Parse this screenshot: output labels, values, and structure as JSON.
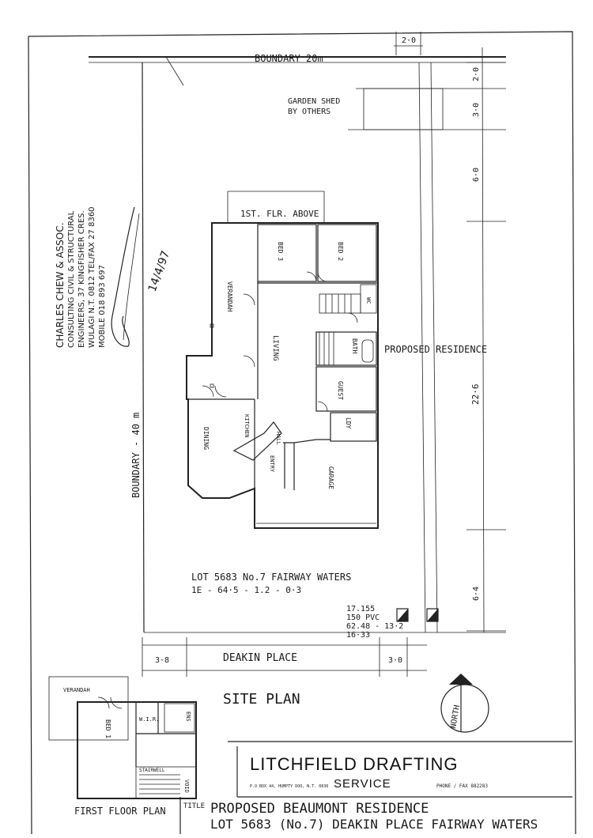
{
  "site": {
    "boundary_top": "BOUNDARY  20m",
    "boundary_side": "BOUNDARY - 40 m",
    "garden_shed": [
      "GARDEN SHED",
      "BY OTHERS"
    ],
    "first_floor_above": "1ST. FLR. ABOVE",
    "proposed_residence": "PROPOSED RESIDENCE",
    "dimensions": [
      "2·0",
      "2·0",
      "3·0",
      "6·0",
      "22·6",
      "6·4",
      "3·8",
      "3·0"
    ],
    "street": "DEAKIN      PLACE",
    "lot_line1": "LOT 5683   No.7   FAIRWAY WATERS",
    "lot_line2": "1E - 64·5 - 1.2 - 0·3",
    "service_notes": [
      "17.155",
      "150 PVC",
      "62.48 - 13·2",
      "16·33"
    ],
    "site_plan_title": "SITE   PLAN",
    "north": "NORTH"
  },
  "rooms": {
    "bed3": "BED 3",
    "bed2": "BED 2",
    "verandah": "VERANDAH",
    "living": "LIVING",
    "bath": "BATH",
    "guest": "GUEST",
    "kitchen": "KITCHEN",
    "dining": "DINING",
    "hall": "HALL",
    "entry": "ENTRY",
    "ldy": "LDY",
    "garage": "GARAGE",
    "wc": "WC"
  },
  "first_floor": {
    "verandah": "VERANDAH",
    "bed1": "BED 1",
    "wir": "W.I.R.",
    "ens": "ENS",
    "stairwell": "STAIRWELL",
    "void": "VOID",
    "title": "FIRST  FLOOR  PLAN"
  },
  "stamp": {
    "lines": [
      "CHARLES CHEW & ASSOC.",
      "CONSULTING CIVIL & STRUCTURAL",
      "ENGINEERS, 37 KINGFISHER CRES.",
      "WULAGI N.T. 0812 TEL/FAX 27 8360",
      "MOBILE 018 893 697"
    ],
    "date": "14/4/97"
  },
  "title_block": {
    "company_line1": "LITCHFIELD   DRAFTING",
    "company_line2": "SERVICE",
    "address": "P.O BOX 44, HUMPTY DOO, N.T. 0836",
    "phone": "PHONE / FAX   882283",
    "title_label": "TITLE",
    "title_line1": "PROPOSED BEAUMONT RESIDENCE",
    "title_line2": "LOT 5683 (No.7) DEAKIN PLACE FAIRWAY WATERS"
  }
}
